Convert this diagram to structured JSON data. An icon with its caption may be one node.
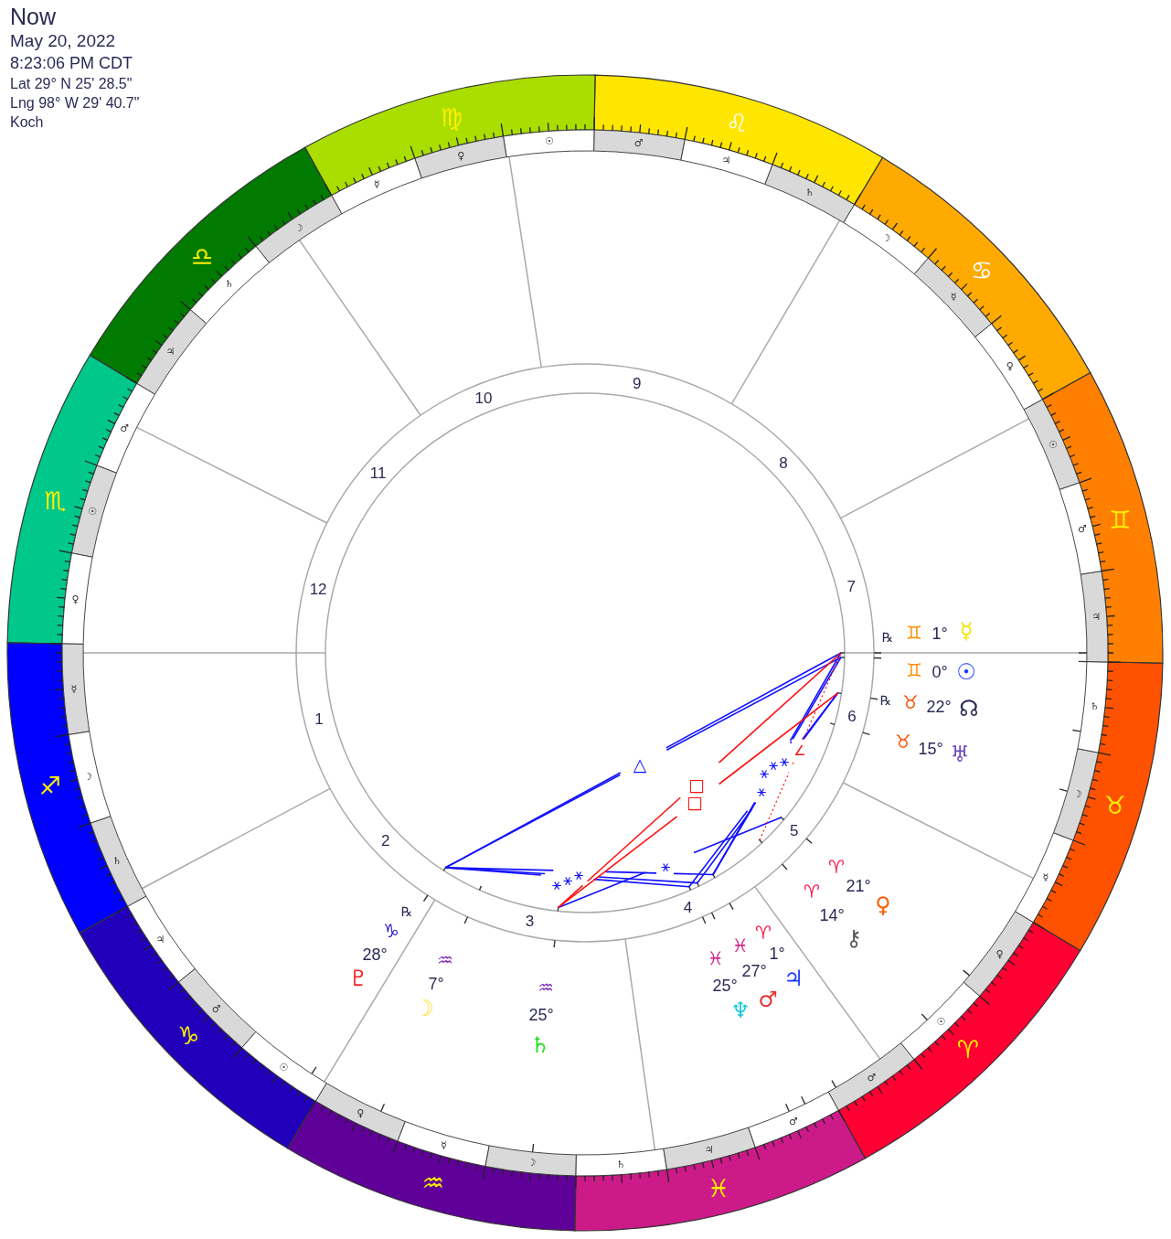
{
  "diagram": {
    "title": "Now",
    "nodes": [
      {
        "text": [
          "♈"
        ]
      },
      {
        "text": [
          "♉"
        ]
      },
      {
        "text": [
          "♊"
        ]
      },
      {
        "text": [
          "♋"
        ]
      },
      {
        "text": [
          "♌"
        ]
      },
      {
        "text": [
          "♍"
        ]
      },
      {
        "text": [
          "♎"
        ]
      },
      {
        "text": [
          "♏"
        ]
      },
      {
        "text": [
          "♐"
        ]
      },
      {
        "text": [
          "♑"
        ]
      },
      {
        "text": [
          "♒"
        ]
      },
      {
        "text": [
          "♓"
        ]
      },
      {
        "text": [
          "♂"
        ]
      },
      {
        "text": [
          "☉"
        ]
      },
      {
        "text": [
          "♀"
        ]
      },
      {
        "text": [
          "☿"
        ]
      },
      {
        "text": [
          "☽"
        ]
      },
      {
        "text": [
          "♄"
        ]
      },
      {
        "text": [
          "♃"
        ]
      },
      {
        "text": [
          "♂"
        ]
      },
      {
        "text": [
          "☉"
        ]
      },
      {
        "text": [
          "♀"
        ]
      },
      {
        "text": [
          "☿"
        ]
      },
      {
        "text": [
          "☽"
        ]
      },
      {
        "text": [
          "♄"
        ]
      },
      {
        "text": [
          "♃"
        ]
      },
      {
        "text": [
          "♂"
        ]
      },
      {
        "text": [
          "☉"
        ]
      },
      {
        "text": [
          "♀"
        ]
      },
      {
        "text": [
          "☿"
        ]
      },
      {
        "text": [
          "☽"
        ]
      },
      {
        "text": [
          "♄"
        ]
      },
      {
        "text": [
          "♃"
        ]
      },
      {
        "text": [
          "♂"
        ]
      },
      {
        "text": [
          "☉"
        ]
      },
      {
        "text": [
          "♀"
        ]
      },
      {
        "text": [
          "☿"
        ]
      },
      {
        "text": [
          "☽"
        ]
      },
      {
        "text": [
          "♄"
        ]
      },
      {
        "text": [
          "♃"
        ]
      },
      {
        "text": [
          "♂"
        ]
      },
      {
        "text": [
          "☉"
        ]
      },
      {
        "text": [
          "♀"
        ]
      },
      {
        "text": [
          "☿"
        ]
      },
      {
        "text": [
          "☽"
        ]
      },
      {
        "text": [
          "♄"
        ]
      },
      {
        "text": [
          "♃"
        ]
      },
      {
        "text": [
          "♂"
        ]
      }
    ],
    "labels": [
      "May 20, 2022",
      "8:23:06 PM CDT",
      "Lat 29° N 25' 28.5\"",
      "Lng 98° W 29' 40.7\"",
      "Koch",
      "1",
      "2",
      "3",
      "4",
      "5",
      "6",
      "7",
      "8",
      "9",
      "10",
      "11",
      "12",
      "℞",
      "♊",
      "1°",
      "☿",
      "♊",
      "0°",
      "☉",
      "℞",
      "♉",
      "22°",
      "☊",
      "♉",
      "15°",
      "♅",
      "♈",
      "21°",
      "♀",
      "♈",
      "1°",
      "♃",
      "♓",
      "27°",
      "♂",
      "♓",
      "25°",
      "♆",
      "♈",
      "14°",
      "⚷",
      "♒",
      "25°",
      "♄",
      "♒",
      "7°",
      "☽",
      "℞",
      "♑",
      "28°",
      "♇",
      "△",
      "□",
      "□",
      "∠",
      "⚹",
      "⚹",
      "⚹",
      "⚹",
      "⚹",
      "⚹",
      "⚹",
      "⚹"
    ]
  }
}
